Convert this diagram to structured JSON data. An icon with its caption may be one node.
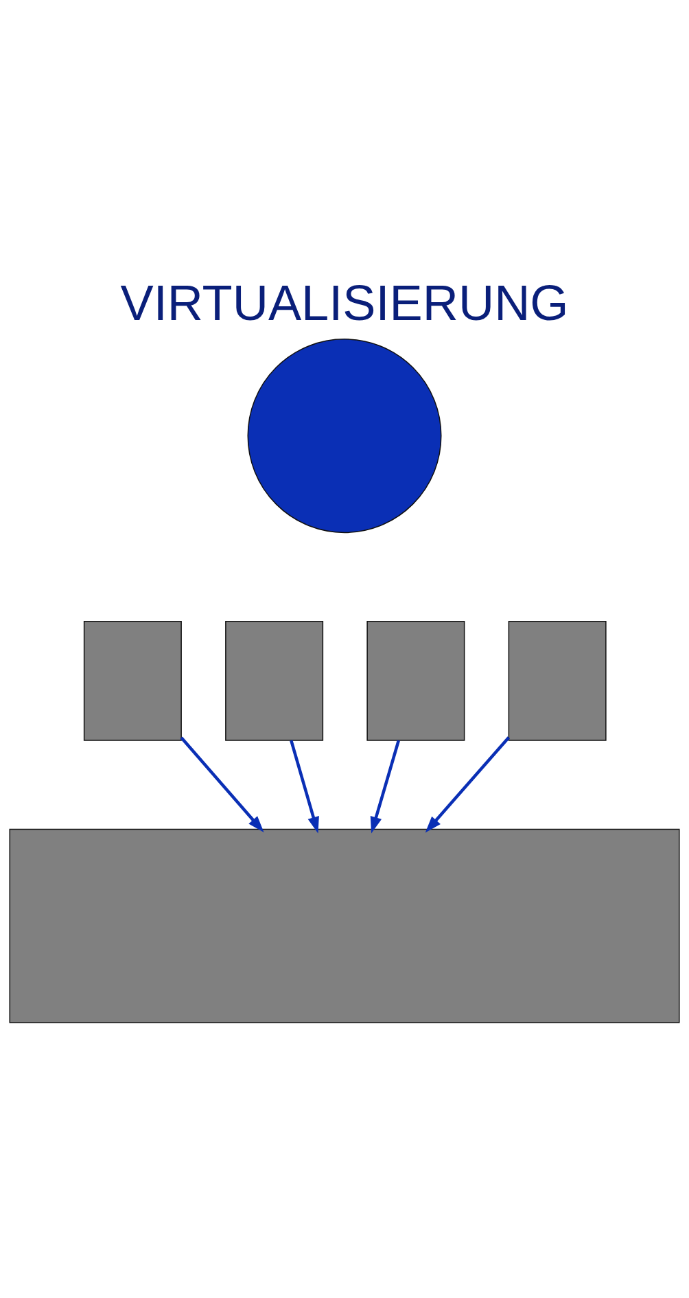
{
  "diagram": {
    "title": "VIRTUALISIERUNG",
    "nodes": [
      {
        "text": [],
        "shape": "circle"
      },
      {
        "text": [],
        "shape": "box"
      },
      {
        "text": [],
        "shape": "box"
      },
      {
        "text": [],
        "shape": "box"
      },
      {
        "text": [],
        "shape": "box"
      },
      {
        "text": [],
        "shape": "box"
      }
    ],
    "edges": [
      {
        "from": 1,
        "to": 5,
        "arrow": "to"
      },
      {
        "from": 2,
        "to": 5,
        "arrow": "to"
      },
      {
        "from": 3,
        "to": 5,
        "arrow": "to"
      },
      {
        "from": 4,
        "to": 5,
        "arrow": "to"
      }
    ]
  }
}
